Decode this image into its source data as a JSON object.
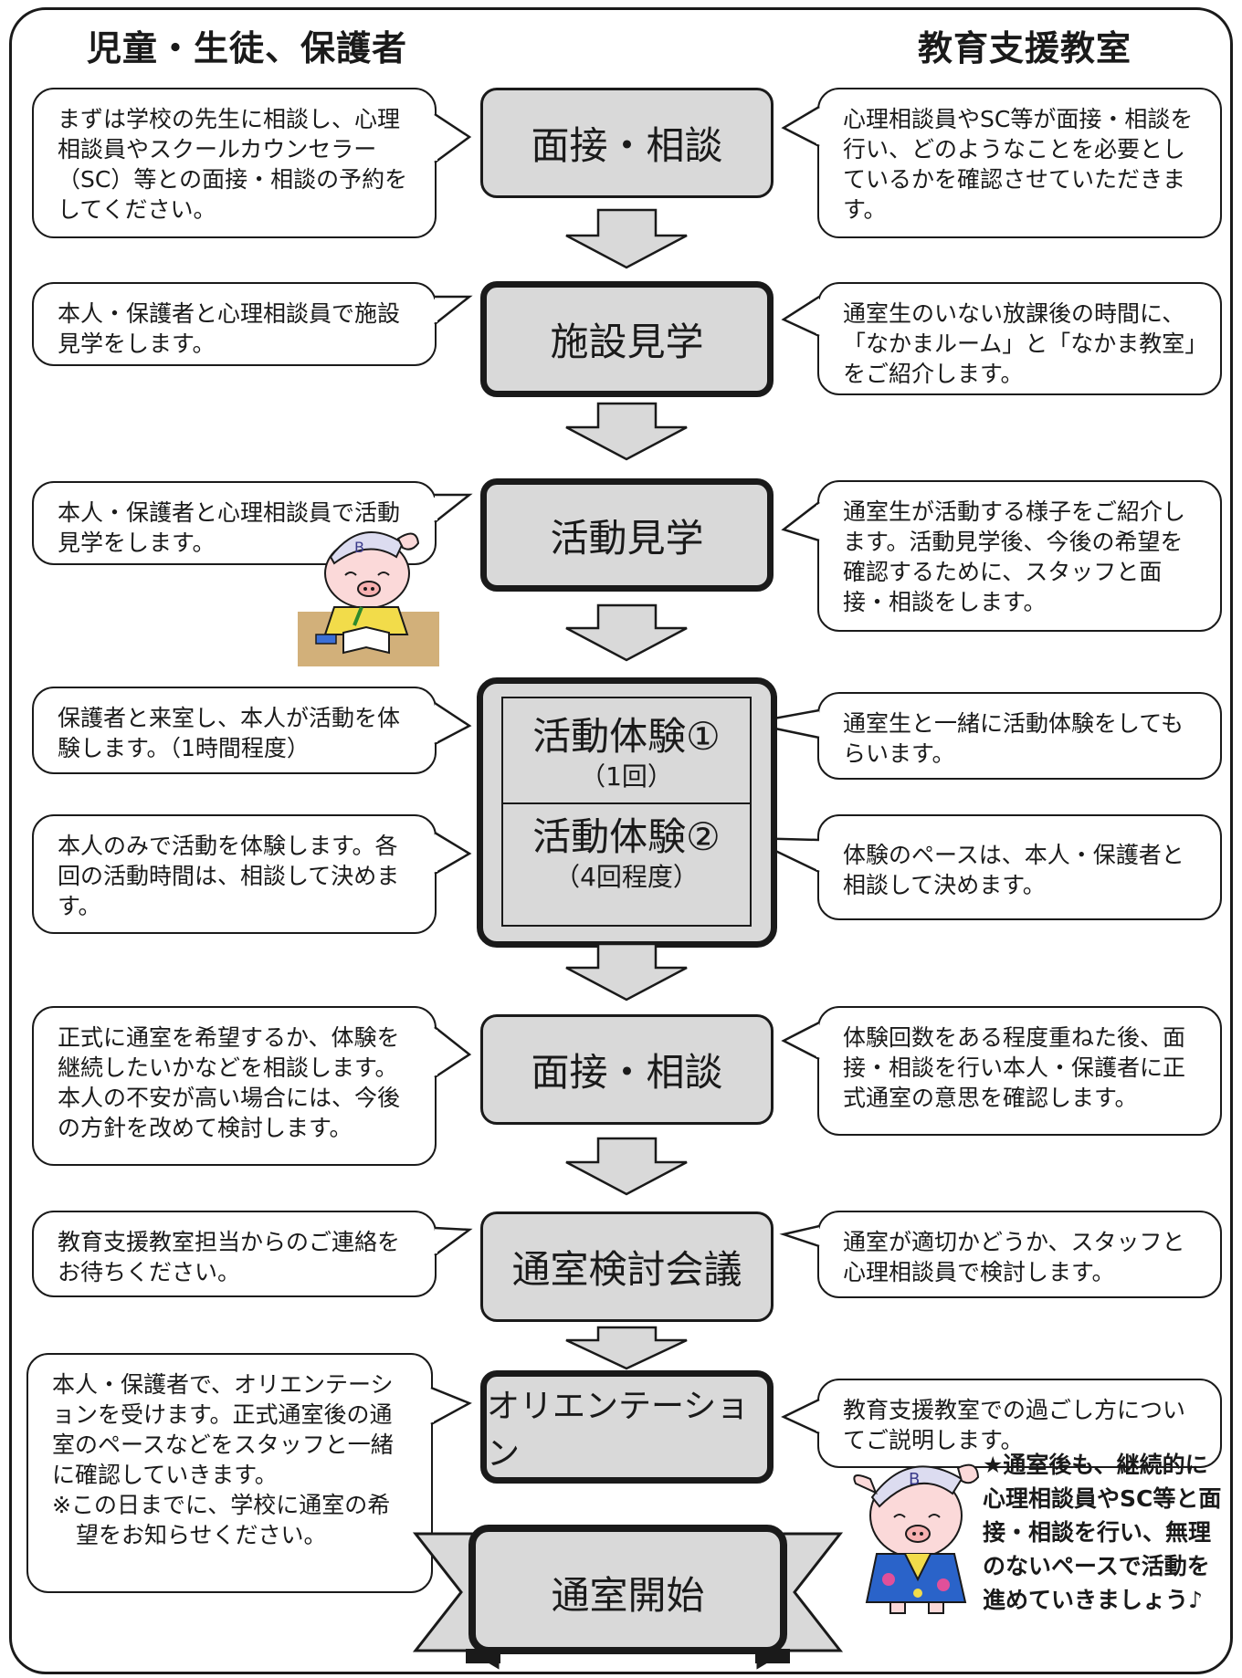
{
  "columns": {
    "left": "児童・生徒、保護者",
    "right": "教育支援教室"
  },
  "steps": [
    "面接・相談",
    "施設見学",
    "活動見学",
    {
      "title": "活動体験①",
      "sub": "（1回）"
    },
    {
      "title": "活動体験②",
      "sub": "（4回程度）"
    },
    "面接・相談",
    "通室検討会議",
    "オリエンテーション",
    "通室開始"
  ],
  "left_notes": [
    "まずは学校の先生に相談し、心理相談員やスクールカウンセラー（SC）等との面接・相談の予約をしてください。",
    "本人・保護者と心理相談員で施設見学をします。",
    "本人・保護者と心理相談員で活動見学をします。",
    "保護者と来室し、本人が活動を体験します。（1時間程度）",
    "本人のみで活動を体験します。各回の活動時間は、相談して決めます。",
    "正式に通室を希望するか、体験を継続したいかなどを相談します。本人の不安が高い場合には、今後の方針を改めて検討します。",
    "教育支援教室担当からのご連絡をお待ちください。",
    "本人・保護者で、オリエンテーションを受けます。正式通室後の通室のペースなどをスタッフと一緒に確認していきます。",
    "※この日までに、学校に通室の希望をお知らせください。"
  ],
  "right_notes": [
    "心理相談員やSC等が面接・相談を行い、どのようなことを必要としているかを確認させていただきます。",
    "通室生のいない放課後の時間に、「なかまルーム」と「なかま教室」をご紹介します。",
    "通室生が活動する様子をご紹介します。活動見学後、今後の希望を確認するために、スタッフと面接・相談をします。",
    "通室生と一緒に活動体験をしてもらいます。",
    "体験のペースは、本人・保護者と相談して決めます。",
    "体験回数をある程度重ねた後、面接・相談を行い本人・保護者に正式通室の意思を確認します。",
    "通室が適切かどうか、スタッフと心理相談員で検討します。",
    "教育支援教室での過ごし方についてご説明します。"
  ],
  "final_note": "★通室後も、継続的に心理相談員やSC等と面接・相談を行い、無理のないペースで活動を進めていきましょう♪",
  "colors": {
    "step_fill": "#d9d9d9",
    "line": "#1a1a1a",
    "arrow_fill": "#d9d9d9"
  }
}
